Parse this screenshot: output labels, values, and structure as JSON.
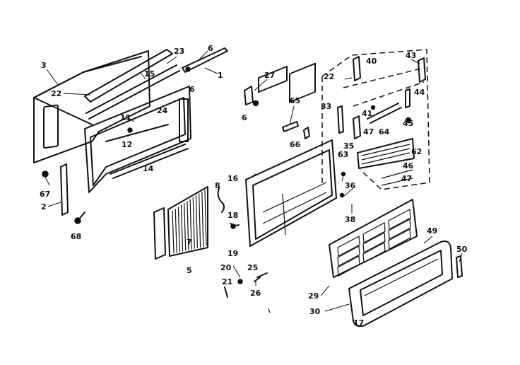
{
  "callouts": [
    {
      "id": "c3",
      "text": "3"
    },
    {
      "id": "c22a",
      "text": "22"
    },
    {
      "id": "c15",
      "text": "15"
    },
    {
      "id": "c23",
      "text": "23"
    },
    {
      "id": "c6a",
      "text": "6"
    },
    {
      "id": "c1",
      "text": "1"
    },
    {
      "id": "c6b",
      "text": "6"
    },
    {
      "id": "c24",
      "text": "24"
    },
    {
      "id": "c11",
      "text": "11"
    },
    {
      "id": "c12",
      "text": "12"
    },
    {
      "id": "c14a",
      "text": "14"
    },
    {
      "id": "c67",
      "text": "67"
    },
    {
      "id": "c2",
      "text": "2"
    },
    {
      "id": "c68",
      "text": "68"
    },
    {
      "id": "c27",
      "text": "27"
    },
    {
      "id": "c6c",
      "text": "6"
    },
    {
      "id": "c65",
      "text": "65"
    },
    {
      "id": "c66",
      "text": "66"
    },
    {
      "id": "c22b",
      "text": "22"
    },
    {
      "id": "c40",
      "text": "40"
    },
    {
      "id": "c43",
      "text": "43"
    },
    {
      "id": "c44",
      "text": "44"
    },
    {
      "id": "c33",
      "text": "33"
    },
    {
      "id": "c41",
      "text": "41"
    },
    {
      "id": "c47a",
      "text": "47"
    },
    {
      "id": "c64",
      "text": "64"
    },
    {
      "id": "c45",
      "text": "45"
    },
    {
      "id": "c35",
      "text": "35"
    },
    {
      "id": "c63",
      "text": "63"
    },
    {
      "id": "c62",
      "text": "62"
    },
    {
      "id": "c46",
      "text": "46"
    },
    {
      "id": "c47b",
      "text": "47"
    },
    {
      "id": "c16",
      "text": "16"
    },
    {
      "id": "c36",
      "text": "36"
    },
    {
      "id": "c8",
      "text": "8"
    },
    {
      "id": "c18",
      "text": "18"
    },
    {
      "id": "c38",
      "text": "38"
    },
    {
      "id": "c7",
      "text": "7"
    },
    {
      "id": "c5",
      "text": "5"
    },
    {
      "id": "c19",
      "text": "19"
    },
    {
      "id": "c49",
      "text": "49"
    },
    {
      "id": "c50",
      "text": "50"
    },
    {
      "id": "c20",
      "text": "20"
    },
    {
      "id": "c25",
      "text": "25"
    },
    {
      "id": "c21",
      "text": "21"
    },
    {
      "id": "c26",
      "text": "26"
    },
    {
      "id": "c29",
      "text": "29"
    },
    {
      "id": "c30",
      "text": "30"
    },
    {
      "id": "c17",
      "text": "17"
    }
  ]
}
